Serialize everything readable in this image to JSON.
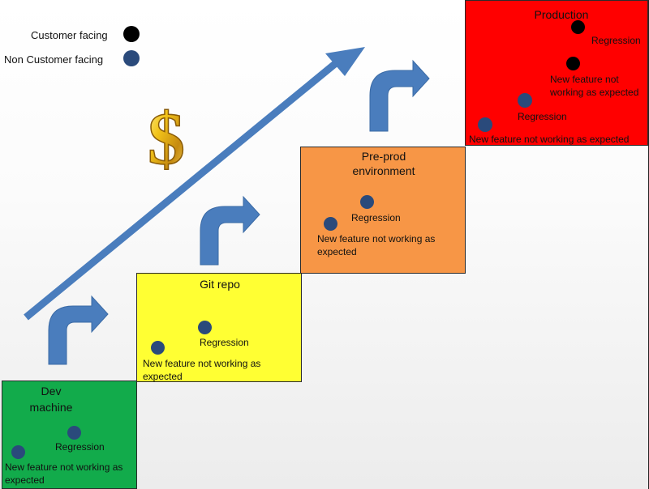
{
  "legend": {
    "customer_facing": "Customer facing",
    "non_customer_facing": "Non Customer facing"
  },
  "stages": {
    "dev": {
      "title": "Dev machine",
      "regression": "Regression",
      "feature_line1": "New feature not working as",
      "feature_line2": "expected"
    },
    "git": {
      "title": "Git repo",
      "regression": "Regression",
      "feature_line1": "New feature not working as",
      "feature_line2": "expected"
    },
    "preprod": {
      "title_line1": "Pre-prod",
      "title_line2": "environment",
      "regression": "Regression",
      "feature_line1": "New feature not working as",
      "feature_line2": "expected"
    },
    "prod": {
      "title": "Production",
      "regression_customer": "Regression",
      "feature_customer_line1": "New feature not",
      "feature_customer_line2": "working as expected",
      "regression_internal": "Regression",
      "feature_internal": "New feature not working as expected"
    }
  },
  "colors": {
    "dev": "#12ab4b",
    "git": "#ffff33",
    "preprod": "#f79646",
    "prod": "#ff0000",
    "arrow": "#4a7dbd",
    "customer_dot": "#000000",
    "non_customer_dot": "#2a4a7b"
  },
  "icons": {
    "cost": "dollar-sign-icon",
    "trend": "diagonal-arrow-icon",
    "step": "turn-right-arrow-icon"
  }
}
